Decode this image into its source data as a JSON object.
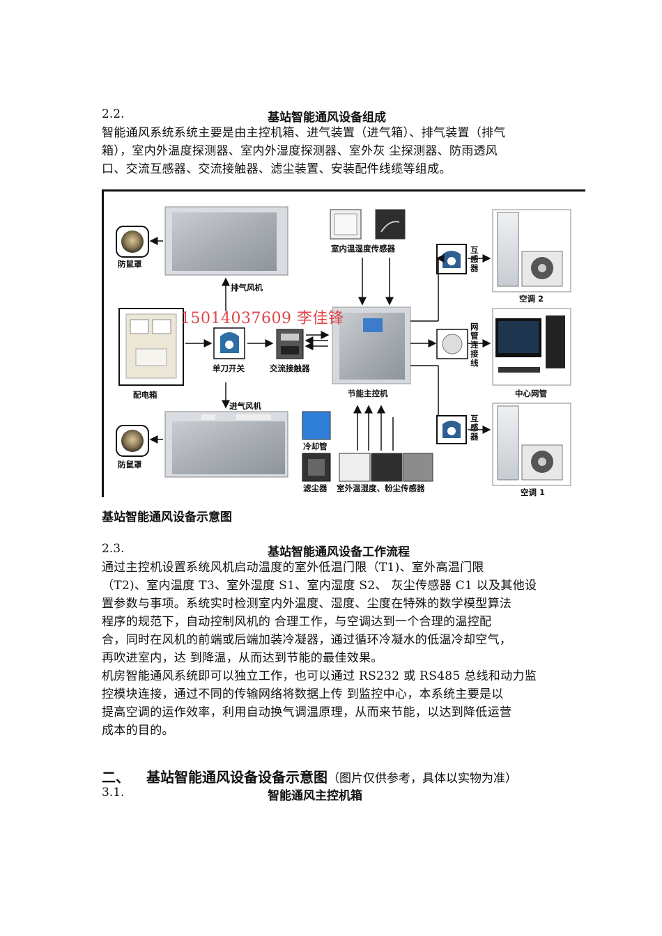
{
  "section_2_2": {
    "number": "2.2.",
    "title": "基站智能通风设备组成",
    "lines": [
      "智能通风系统系统主要是由主控机箱、进气装置（进气箱）、排气装置（排气",
      "箱），室内外温度探测器、室内外湿度探测器、室外灰 尘探测器、防雨透风",
      "口、交流互感器、交流接触器、滤尘装置、安装配件线缆等组成。"
    ]
  },
  "diagram": {
    "labels": {
      "mouse_guard_top": "防鼠罩",
      "exhaust_fan": "排气风机",
      "indoor_sensor": "室内温湿度传感器",
      "transformer_top": "互感器",
      "ac2": "空调 2",
      "distribution_box": "配电箱",
      "knife_switch": "单刀开关",
      "ac_contactor": "交流接触器",
      "main_controller": "节能主控机",
      "network_line": "网管连接线",
      "center_nms": "中心网管",
      "intake_fan": "进气风机",
      "transformer_bottom": "互感器",
      "mouse_guard_bottom": "防鼠罩",
      "cooling_pipe": "冷却管",
      "dust_filter": "滤尘器",
      "outdoor_sensor": "室外温湿度、粉尘传感器",
      "ac1": "空调 1"
    },
    "watermark": "15014037609  李佳锋"
  },
  "diagram_caption": "基站智能通风设备示意图",
  "section_2_3": {
    "number": "2.3.",
    "title": "基站智能通风设备工作流程",
    "lines": [
      "通过主控机设置系统风机启动温度的室外低温门限（T1)、室外高温门限",
      "（T2)、室内温度 T3、室外湿度 S1、室内湿度 S2、  灰尘传感器 C1 以及其他设",
      "置参数与事项。系统实时检测室内外温度、湿度、尘度在特殊的数学模型算法",
      "程序的规范下，自动控制风机的  合理工作，与空调达到一个合理的温控配",
      "合，同时在风机的前端或后端加装冷凝器，通过循环冷凝水的低温冷却空气，",
      "再吹进室内，达  到降温，从而达到节能的最佳效果。",
      "机房智能通风系统即可以独立工作，也可以通过 RS232 或 RS485 总线和动力监",
      "控模块连接，通过不同的传输网络将数据上传  到监控中心，本系统主要是以",
      "提高空调的运作效率，利用自动换气调温原理，从而来节能，以达到降低运营",
      "成本的目的。"
    ]
  },
  "section_3": {
    "number": "二、",
    "title": "基站智能通风设备设备示意图",
    "note": "（图片仅供参考，具体以实物为准）"
  },
  "section_3_1": {
    "number": "3.1.",
    "title": "智能通风主控机箱"
  }
}
